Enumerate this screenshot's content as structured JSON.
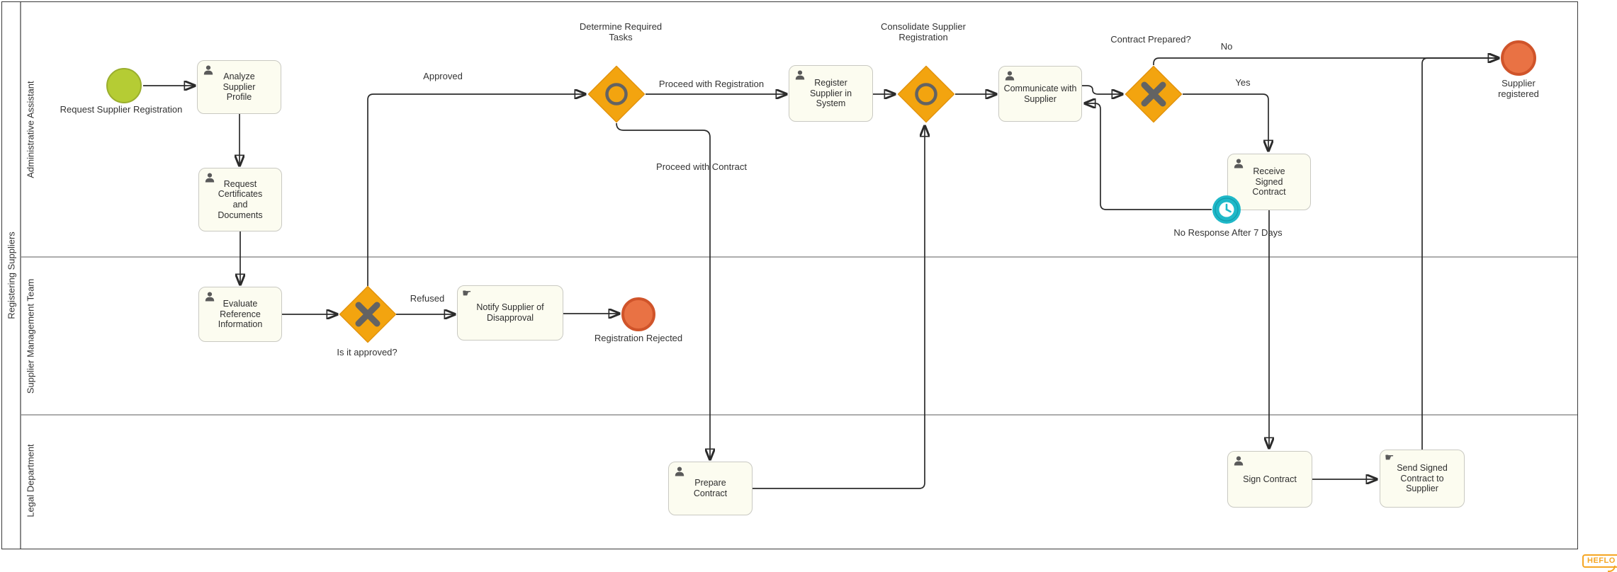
{
  "pool": {
    "name": "Registering Suppliers",
    "lanes": [
      "Administrative Assistant",
      "Supplier Management Team",
      "Legal Department"
    ]
  },
  "nodes": {
    "start": {
      "type": "start-event",
      "label": "Request Supplier Registration"
    },
    "analyze": {
      "type": "user-task",
      "label": "Analyze Supplier Profile"
    },
    "request_certs": {
      "type": "user-task",
      "label": "Request Certificates and Documents"
    },
    "evaluate": {
      "type": "user-task",
      "label": "Evaluate Reference Information"
    },
    "is_approved": {
      "type": "exclusive-gateway",
      "label": "Is it approved?"
    },
    "notify": {
      "type": "manual-task",
      "label": "Notify Supplier of Disapproval"
    },
    "rejected": {
      "type": "end-event",
      "label": "Registration Rejected"
    },
    "determine": {
      "type": "inclusive-gateway",
      "label": "Determine Required Tasks"
    },
    "register": {
      "type": "user-task",
      "label": "Register Supplier in System"
    },
    "consolidate": {
      "type": "inclusive-gateway",
      "label": "Consolidate Supplier Registration"
    },
    "communicate": {
      "type": "user-task",
      "label": "Communicate with Supplier"
    },
    "contract_prepared": {
      "type": "exclusive-gateway",
      "label": "Contract Prepared?"
    },
    "receive": {
      "type": "user-task",
      "label": "Receive Signed Contract"
    },
    "timer": {
      "type": "timer-boundary-event",
      "label": "No Response After 7 Days"
    },
    "registered": {
      "type": "end-event",
      "label": "Supplier registered"
    },
    "sign": {
      "type": "user-task",
      "label": "Sign Contract"
    },
    "send_signed": {
      "type": "manual-task",
      "label": "Send Signed Contract to Supplier"
    },
    "prepare": {
      "type": "user-task",
      "label": "Prepare Contract"
    }
  },
  "flow_labels": {
    "approved": "Approved",
    "refused": "Refused",
    "proceed_registration": "Proceed with Registration",
    "proceed_contract": "Proceed with Contract",
    "no": "No",
    "yes": "Yes"
  },
  "logo": {
    "text": "HEFLO"
  },
  "colors": {
    "gateway_fill": "#f3a40f",
    "gateway_stroke": "#e2930e",
    "gateway_marker": "#636363",
    "task_fill": "#fcfcf0",
    "task_border": "#c9c9c2",
    "start_fill": "#b5cc34",
    "end_fill": "#e97244",
    "end_border": "#d0542a",
    "timer_fill": "#1fb8c8",
    "flow_line": "#2b2b2b",
    "brand_orange": "#f5a623"
  }
}
